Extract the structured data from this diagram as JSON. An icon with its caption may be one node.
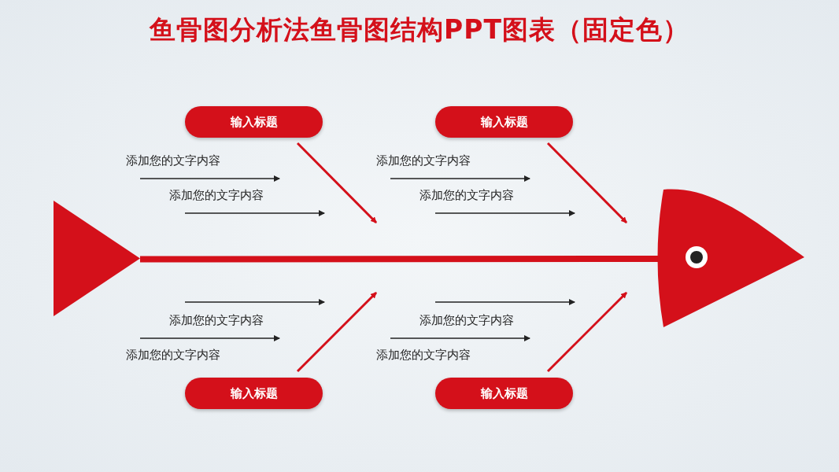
{
  "diagram": {
    "title": "鱼骨图分析法鱼骨图结构PPT图表（固定色）",
    "nodes": [
      {
        "text": [
          "输入标题"
        ]
      },
      {
        "text": [
          "输入标题"
        ]
      },
      {
        "text": [
          "输入标题"
        ]
      },
      {
        "text": [
          "输入标题"
        ]
      },
      {
        "text": [],
        "shape": "triangle"
      },
      {
        "text": [],
        "shape": "head"
      }
    ],
    "edges": [
      {
        "from": 0,
        "to": null,
        "arrow": "to"
      },
      {
        "from": 1,
        "to": null,
        "arrow": "to"
      },
      {
        "from": 2,
        "to": null,
        "arrow": "to"
      },
      {
        "from": 3,
        "to": null,
        "arrow": "to"
      },
      {
        "from": 4,
        "to": 5,
        "arrow": "none",
        "style": "thick"
      }
    ],
    "labels": [
      "添加您的文字内容",
      "添加您的文字内容",
      "添加您的文字内容",
      "添加您的文字内容",
      "添加您的文字内容",
      "添加您的文字内容",
      "添加您的文字内容",
      "添加您的文字内容"
    ]
  }
}
